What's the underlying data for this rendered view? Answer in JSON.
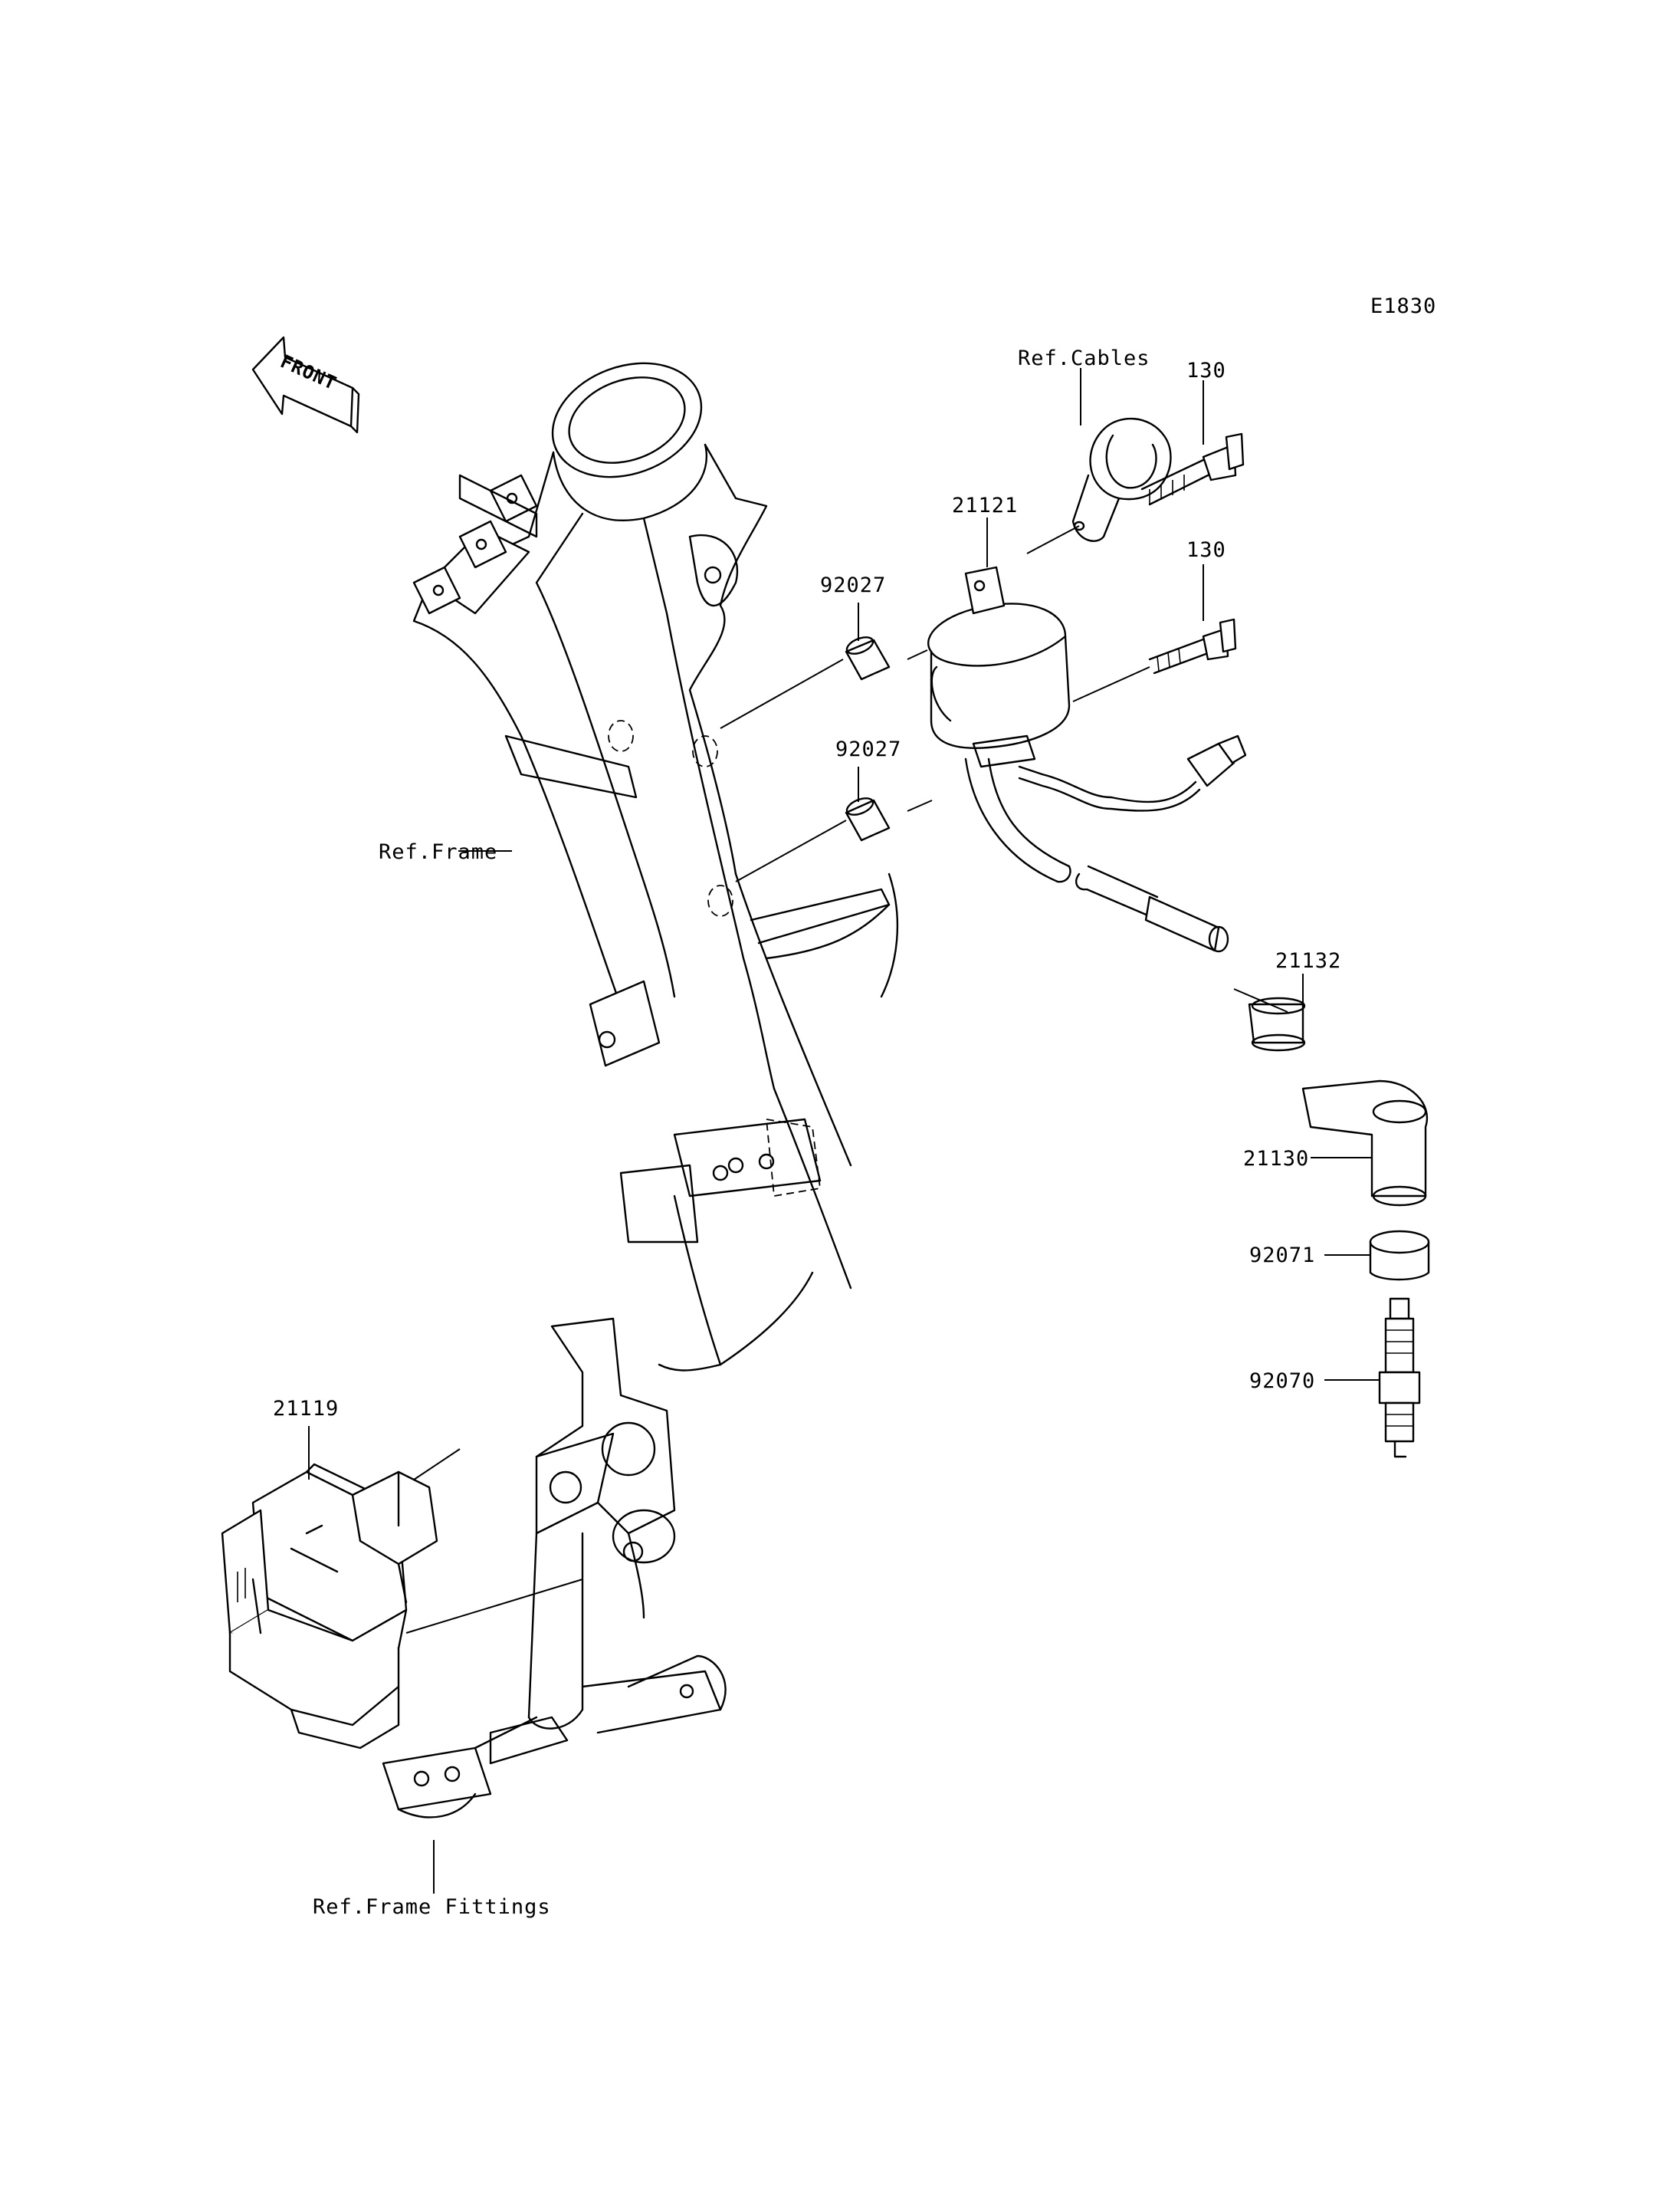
{
  "diagram_code": "E1830",
  "front_arrow_text": "FRONT",
  "labels": {
    "ref_cables": "Ref.Cables",
    "bolt_top": "130",
    "bolt_mid": "130",
    "coil": "21121",
    "collar_top": "92027",
    "collar_bottom": "92027",
    "ref_frame": "Ref.Frame",
    "cap_inner": "21132",
    "cap": "21130",
    "seal": "92071",
    "spark_plug": "92070",
    "cdi_unit": "21119",
    "ref_frame_fittings": "Ref.Frame Fittings"
  }
}
